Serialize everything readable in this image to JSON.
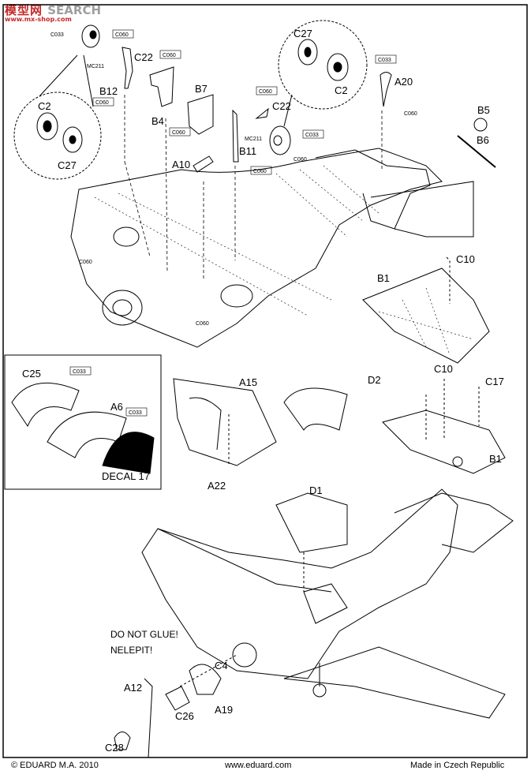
{
  "watermark": {
    "cn": "模型网",
    "en": "SEARCH",
    "url": "www.mx-shop.com"
  },
  "labels": {
    "C22a": "C22",
    "B12": "B12",
    "B4": "B4",
    "B7": "B7",
    "C22b": "C22",
    "B11": "B11",
    "A10": "A10",
    "C2a": "C2",
    "C27a": "C27",
    "C27b": "C27",
    "C2b": "C2",
    "A20": "A20",
    "B5": "B5",
    "B6": "B6",
    "C10a": "C10",
    "B1a": "B1",
    "C25": "C25",
    "A6": "A6",
    "DECAL": "DECAL 17",
    "A15": "A15",
    "A22": "A22",
    "D2": "D2",
    "C10b": "C10",
    "C17": "C17",
    "B1b": "B1",
    "D1": "D1",
    "DONOT": "DO NOT GLUE!",
    "NELEPIT": "NELEPIT!",
    "C4": "C4",
    "A12": "A12",
    "C26": "C26",
    "A19": "A19",
    "C28": "C28"
  },
  "color_codes": {
    "c1": "C033",
    "c2": "C060",
    "c3": "MC211",
    "c4": "C060",
    "c5": "C060",
    "c6": "C060",
    "c7": "C060",
    "c8": "C033",
    "c9": "MC211",
    "c10": "C060",
    "c11": "C060",
    "c12": "C033",
    "c13": "C060",
    "c14": "C060",
    "c15": "C060",
    "c16": "C033",
    "c17": "C033"
  },
  "footer": {
    "left": "© EDUARD  M.A. 2010",
    "center": "www.eduard.com",
    "right": "Made in Czech Republic"
  }
}
